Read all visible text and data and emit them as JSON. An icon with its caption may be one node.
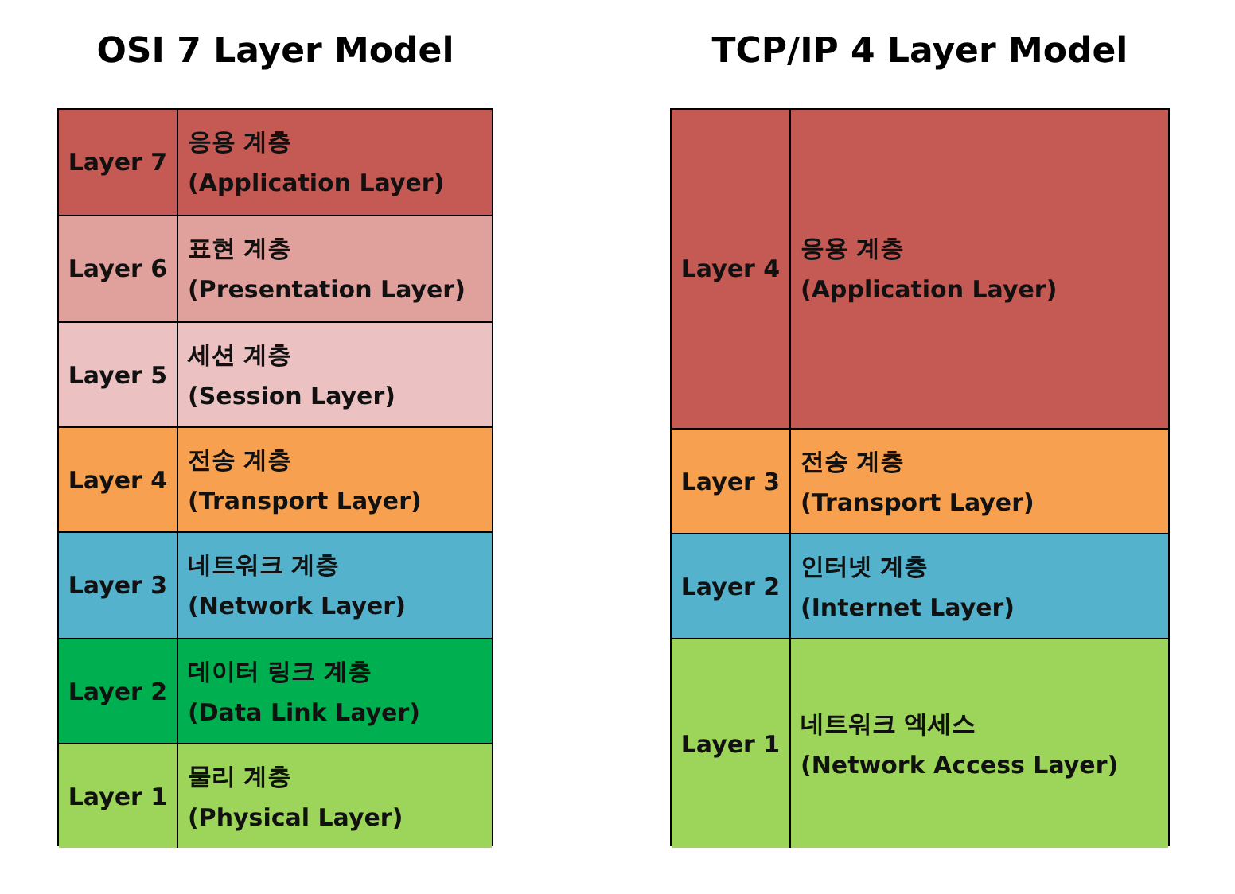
{
  "diagram": {
    "nodes": [
      {
        "text": [
          "OSI 7 Layer Model"
        ]
      },
      {
        "text": [
          "Layer 7",
          "응용 계층",
          "(Application Layer)"
        ],
        "in": 0
      },
      {
        "text": [
          "Layer 6",
          "표현 계층",
          "(Presentation Layer)"
        ],
        "in": 0
      },
      {
        "text": [
          "Layer 5",
          "세션 계층",
          "(Session Layer)"
        ],
        "in": 0
      },
      {
        "text": [
          "Layer 4",
          "전송 계층",
          "(Transport Layer)"
        ],
        "in": 0
      },
      {
        "text": [
          "Layer 3",
          "네트워크 계층",
          "(Network Layer)"
        ],
        "in": 0
      },
      {
        "text": [
          "Layer 2",
          "데이터 링크 계층",
          "(Data Link Layer)"
        ],
        "in": 0
      },
      {
        "text": [
          "Layer 1",
          "물리 계층",
          "(Physical Layer)"
        ],
        "in": 0
      },
      {
        "text": [
          "TCP/IP 4 Layer Model"
        ]
      },
      {
        "text": [
          "Layer 4",
          "응용 계층",
          "(Application Layer)"
        ],
        "in": 8
      },
      {
        "text": [
          "Layer 3",
          "전송 계층",
          "(Transport Layer)"
        ],
        "in": 8
      },
      {
        "text": [
          "Layer 2",
          "인터넷 계층",
          "(Internet Layer)"
        ],
        "in": 8
      },
      {
        "text": [
          "Layer 1",
          "네트워크 엑세스",
          "(Network Access Layer)"
        ],
        "in": 8
      }
    ]
  }
}
